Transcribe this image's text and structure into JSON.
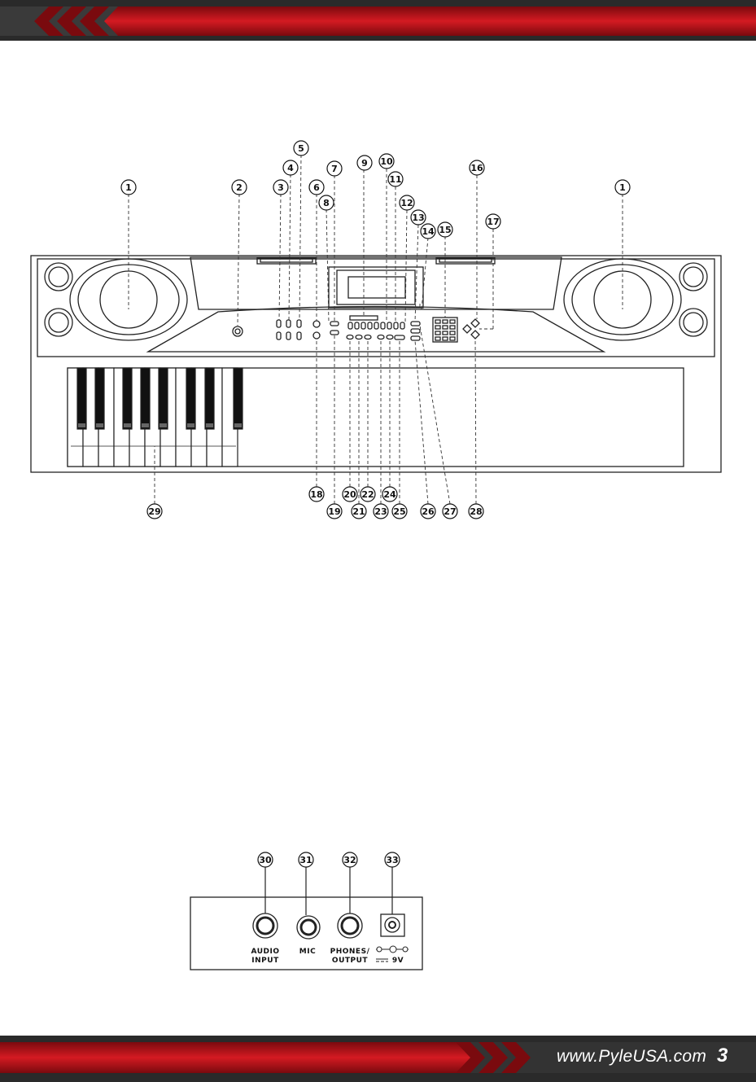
{
  "footer": {
    "url": "www.PyleUSA.com",
    "page_number": "3"
  },
  "callouts": {
    "c1a": "1",
    "c1b": "1",
    "c2": "2",
    "c3": "3",
    "c4": "4",
    "c5": "5",
    "c6": "6",
    "c7": "7",
    "c8": "8",
    "c9": "9",
    "c10": "10",
    "c11": "11",
    "c12": "12",
    "c13": "13",
    "c14": "14",
    "c15": "15",
    "c16": "16",
    "c17": "17",
    "c18": "18",
    "c19": "19",
    "c20": "20",
    "c21": "21",
    "c22": "22",
    "c23": "23",
    "c24": "24",
    "c25": "25",
    "c26": "26",
    "c27": "27",
    "c28": "28",
    "c29": "29",
    "c30": "30",
    "c31": "31",
    "c32": "32",
    "c33": "33"
  },
  "rear_panel": {
    "audio_input": [
      "AUDIO",
      "INPUT"
    ],
    "mic": "MIC",
    "phones_output": [
      "PHONES/",
      "OUTPUT"
    ],
    "power_label": "9V"
  },
  "colors": {
    "brand_red": "#d41a22",
    "dark_red": "#8a0e12",
    "line": "#222222"
  }
}
